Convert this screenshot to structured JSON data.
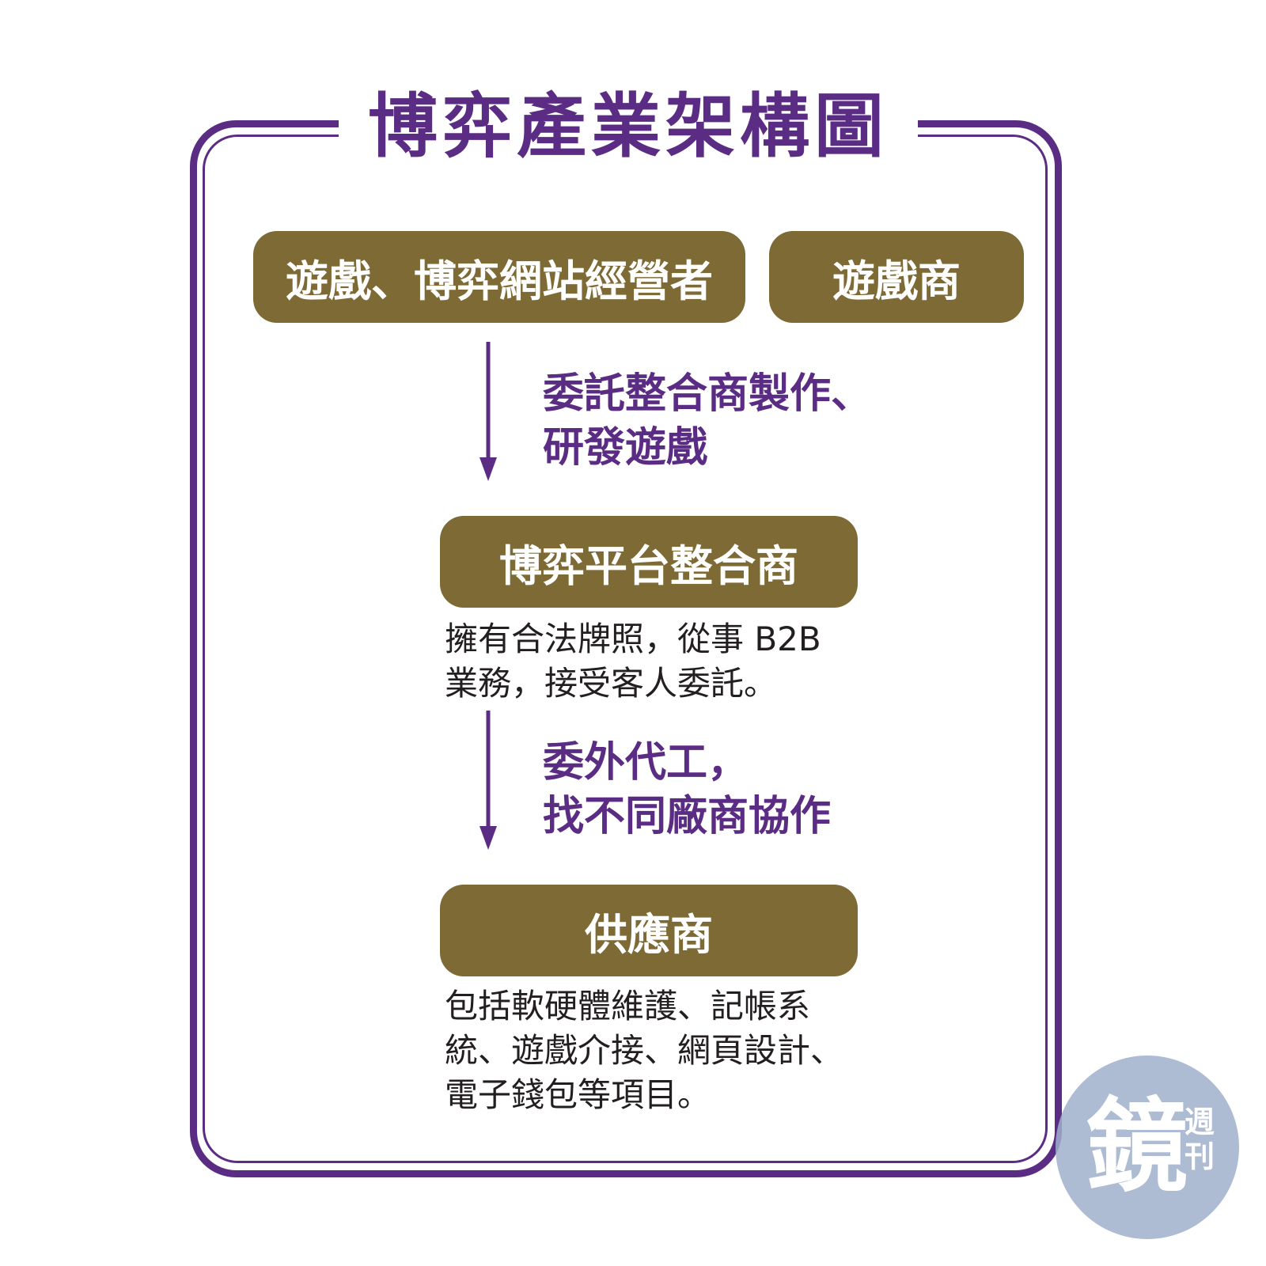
{
  "title": "博弈產業架構圖",
  "boxes": {
    "operators": "遊戲、博弈網站經營者",
    "game_vendor": "遊戲商",
    "integrator": "博弈平台整合商",
    "supplier": "供應商"
  },
  "notes": {
    "step1_line1": "委託整合商製作、",
    "step1_line2": "研發遊戲",
    "step2_line1": "委外代工，",
    "step2_line2": "找不同廠商協作"
  },
  "descriptions": {
    "integrator_line1": "擁有合法牌照，從事 B2B",
    "integrator_line2": "業務，接受客人委託。",
    "supplier_line1": "包括軟硬體維護、記帳系",
    "supplier_line2": "統、遊戲介接、網頁設計、",
    "supplier_line3": "電子錢包等項目。"
  },
  "logo": {
    "main": "鏡",
    "sub_line1": "週",
    "sub_line2": "刊"
  },
  "colors": {
    "purple": "#5b2c83",
    "box_gold": "#7d6a34",
    "text_dark": "#231f20"
  }
}
